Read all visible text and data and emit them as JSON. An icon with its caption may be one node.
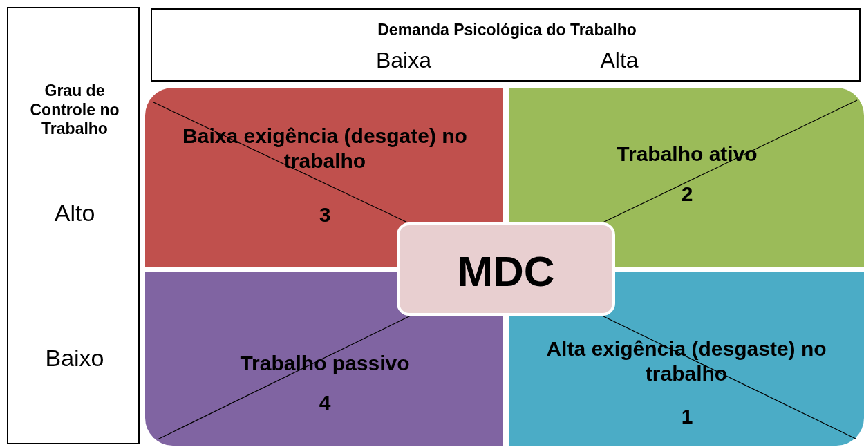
{
  "diagram": {
    "nodes": [
      {
        "text": [
          "Demanda Psicológica do Trabalho",
          "Baixa",
          "Alta"
        ]
      },
      {
        "text": [
          "Grau de Controle no Trabalho",
          "Alto",
          "Baixo"
        ]
      },
      {
        "text": [
          "Baixa exigência (desgate) no trabalho",
          "3"
        ]
      },
      {
        "text": [
          "Trabalho ativo",
          "2"
        ]
      },
      {
        "text": [
          "MDC"
        ]
      },
      {
        "text": [
          "Trabalho passivo",
          "4"
        ]
      },
      {
        "text": [
          "Alta exigência (desgaste) no trabalho",
          "1"
        ]
      }
    ],
    "edges": [
      {
        "from": 2,
        "to": 4,
        "arrow": "none"
      },
      {
        "from": 3,
        "to": 4,
        "arrow": "none"
      },
      {
        "from": 5,
        "to": 4,
        "arrow": "none"
      },
      {
        "from": 6,
        "to": 4,
        "arrow": "none"
      }
    ]
  }
}
